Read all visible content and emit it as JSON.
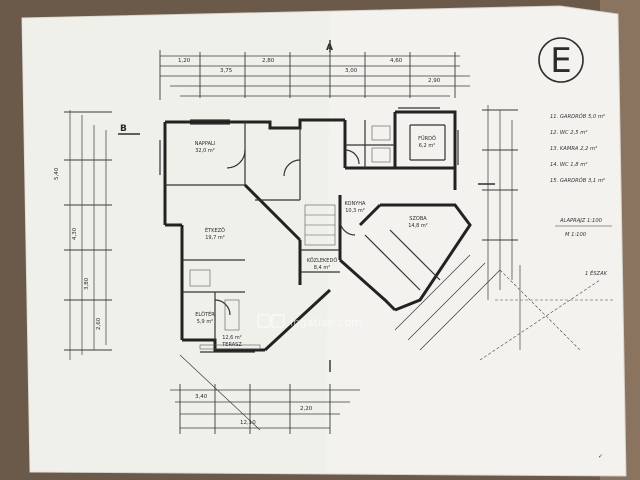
{
  "page": {
    "background": "#6b5a4a",
    "paper": "#f3f2ee",
    "ink": "#2e2e2e",
    "watermark_color": "#ffffff"
  },
  "sheet": {
    "mark": "E",
    "section_marker_a": "A",
    "section_marker_b": "B"
  },
  "rooms": {
    "living": "NAPPALI",
    "living_area": "32,0 m²",
    "dining": "ÉTKEZŐ",
    "dining_area": "19,7 m²",
    "kitchen": "KONYHA",
    "kitchen_area": "10,3 m²",
    "bedroom": "SZOBA",
    "bedroom_area": "14,8 m²",
    "bath": "FÜRDŐ",
    "bath_area": "6,2 m²",
    "hall": "ELŐTÉR",
    "hall_area": "5,9 m²",
    "corridor": "KÖZLEKEDŐ",
    "corridor_area": "8,4 m²",
    "terrace": "TERASZ",
    "terrace_area": "12,6 m²"
  },
  "legend": {
    "lines": [
      "11. GARDRÓB  5,0 m²",
      "12. WC  2,5 m²",
      "13. KAMRA  2,2 m²",
      "14. WC  1,8 m²",
      "15. GARDRÓB  3,1 m²"
    ],
    "subtitle": "ALAPRAJZ 1:100",
    "scale_note": "M 1:100"
  },
  "dimensions": {
    "top": [
      "1,20",
      "3,75",
      "2,80",
      "3,00",
      "4,60",
      "2,90"
    ],
    "left": [
      "5,40",
      "4,30",
      "3,80",
      "2,60"
    ],
    "bottom": [
      "12,10",
      "3,40",
      "2,20"
    ],
    "side_note": "1 ÉSZAK"
  },
  "watermark": {
    "text": "ingatlan.com"
  },
  "icons": {
    "north_mark": "north-arrow-icon",
    "watermark_logo": "ingatlan-logo-icon"
  }
}
